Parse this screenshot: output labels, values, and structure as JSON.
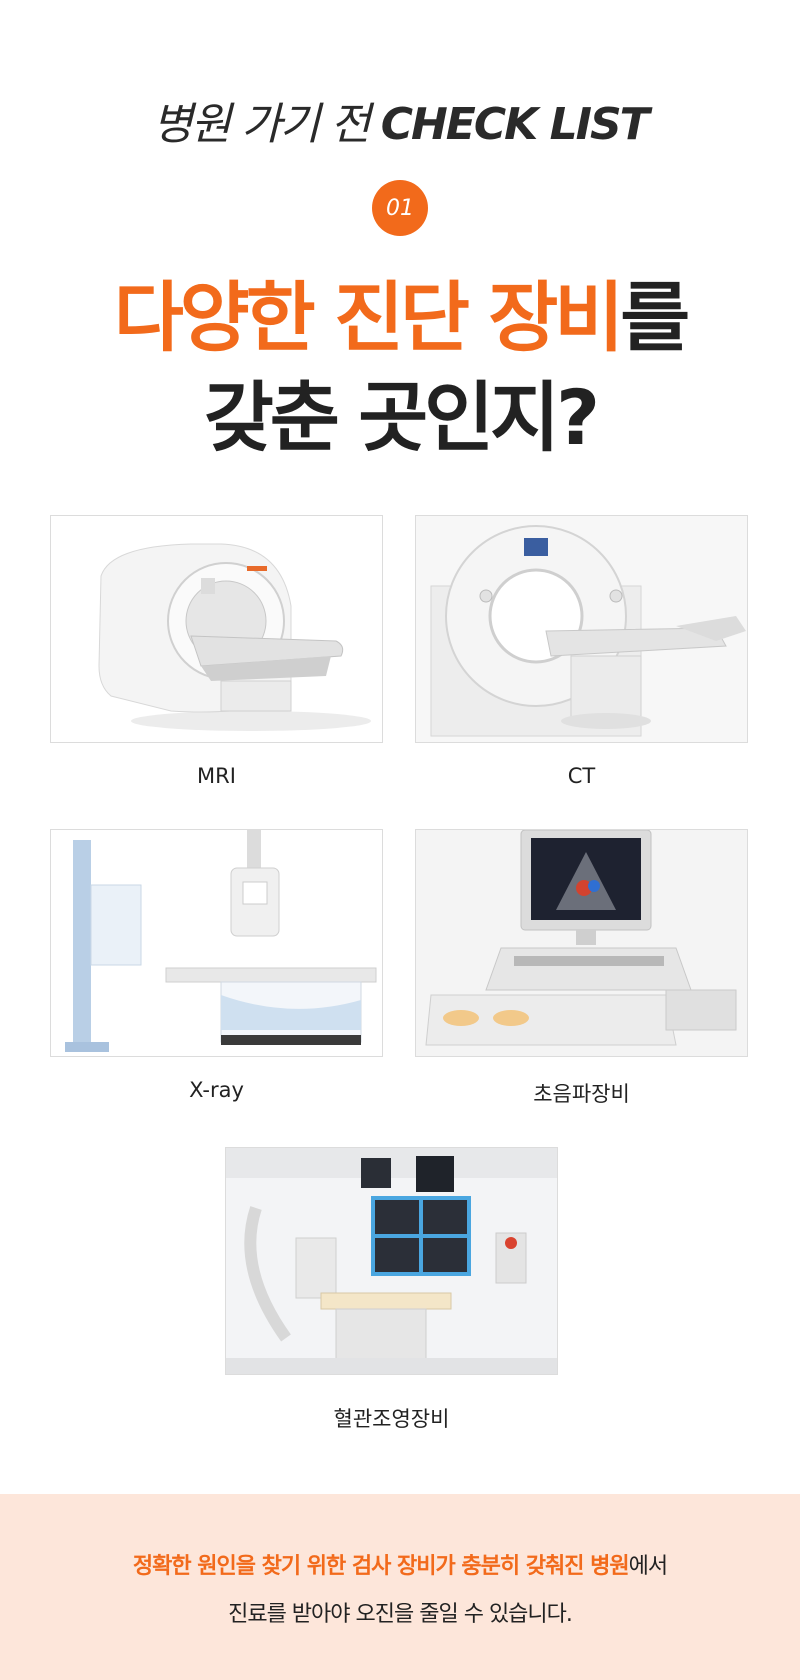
{
  "header": {
    "title_light": "병원 가기 전",
    "title_bold": "CHECK LIST",
    "step": "01"
  },
  "headline": {
    "accent": "다양한 진단 장비",
    "suffix": "를",
    "line2": "갖춘 곳인지?"
  },
  "equipment": [
    {
      "label": "MRI",
      "icon": "mri-machine-photo"
    },
    {
      "label": "CT",
      "icon": "ct-scanner-photo"
    },
    {
      "label": "X-ray",
      "icon": "xray-machine-photo"
    },
    {
      "label": "초음파장비",
      "icon": "ultrasound-machine-photo"
    },
    {
      "label": "혈관조영장비",
      "icon": "angiography-room-photo"
    }
  ],
  "footer": {
    "accent": "정확한 원인을 찾기 위한 검사 장비가 충분히 갖춰진 병원",
    "suffix": "에서",
    "line2": "진료를 받아야 오진을 줄일 수 있습니다."
  },
  "colors": {
    "accent": "#f26a1b",
    "band": "#fde6da",
    "text": "#222222"
  }
}
